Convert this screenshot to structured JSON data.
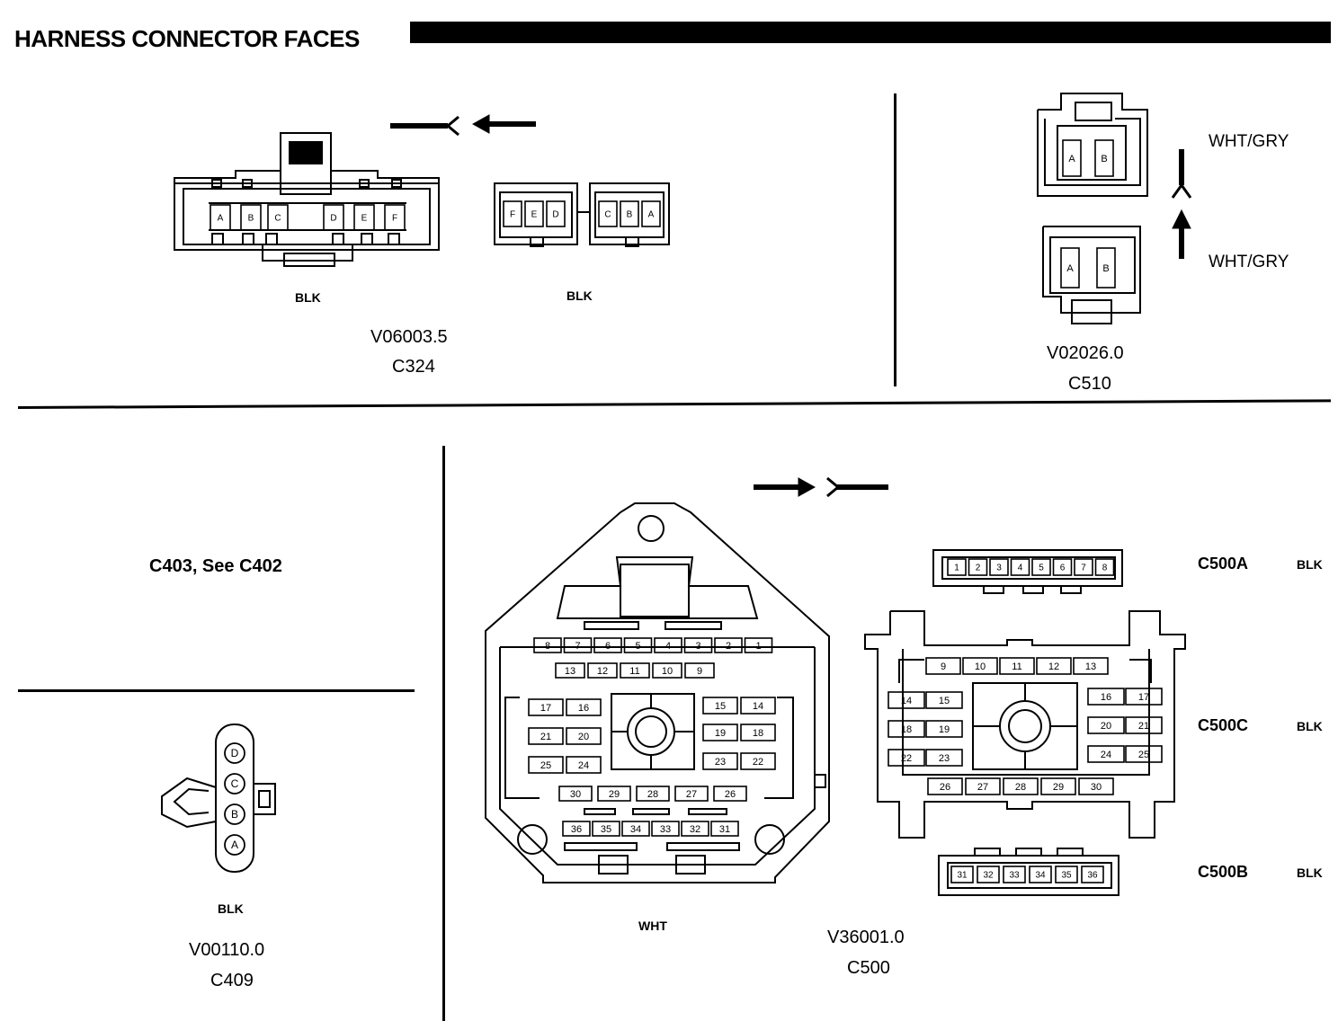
{
  "header": {
    "title": "HARNESS CONNECTOR FACES"
  },
  "c324": {
    "left_color": "BLK",
    "right_color": "BLK",
    "part_number": "V06003.5",
    "connector_id": "C324",
    "left_pins": [
      "A",
      "B",
      "C",
      "D",
      "E",
      "F"
    ],
    "right_pins_left_group": [
      "F",
      "E",
      "D"
    ],
    "right_pins_right_group": [
      "C",
      "B",
      "A"
    ]
  },
  "c510": {
    "top_color": "WHT/GRY",
    "bottom_color": "WHT/GRY",
    "part_number": "V02026.0",
    "connector_id": "C510",
    "pins": [
      "A",
      "B"
    ]
  },
  "c403": {
    "note": "C403, See C402"
  },
  "c409": {
    "color": "BLK",
    "part_number": "V00110.0",
    "connector_id": "C409",
    "pins": [
      "D",
      "C",
      "B",
      "A"
    ]
  },
  "c500": {
    "main_color": "WHT",
    "part_number": "V36001.0",
    "connector_id": "C500",
    "sub_a": {
      "name": "C500A",
      "color": "BLK"
    },
    "sub_b": {
      "name": "C500B",
      "color": "BLK"
    },
    "sub_c": {
      "name": "C500C",
      "color": "BLK"
    },
    "main_rows": [
      [
        "8",
        "7",
        "6",
        "5",
        "4",
        "3",
        "2",
        "1"
      ],
      [
        "13",
        "12",
        "11",
        "10",
        "9"
      ],
      [
        "17",
        "16"
      ],
      [
        "15",
        "14"
      ],
      [
        "21",
        "20"
      ],
      [
        "19",
        "18"
      ],
      [
        "25",
        "24"
      ],
      [
        "23",
        "22"
      ],
      [
        "30",
        "29",
        "28",
        "27",
        "26"
      ],
      [
        "36",
        "35",
        "34",
        "33",
        "32",
        "31"
      ]
    ],
    "a_pins": [
      "1",
      "2",
      "3",
      "4",
      "5",
      "6",
      "7",
      "8"
    ],
    "c_rows": [
      [
        "9",
        "10",
        "11",
        "12",
        "13"
      ],
      [
        "14",
        "15"
      ],
      [
        "16",
        "17"
      ],
      [
        "18",
        "19"
      ],
      [
        "20",
        "21"
      ],
      [
        "22",
        "23"
      ],
      [
        "24",
        "25"
      ],
      [
        "26",
        "27",
        "28",
        "29",
        "30"
      ]
    ],
    "b_pins": [
      "31",
      "32",
      "33",
      "34",
      "35",
      "36"
    ]
  }
}
